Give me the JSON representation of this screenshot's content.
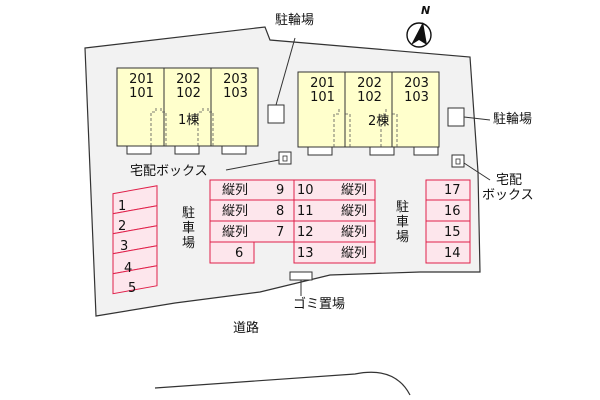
{
  "compass": {
    "north_label": "N"
  },
  "building1": {
    "name": "1棟",
    "units": [
      {
        "upper": "201",
        "lower": "101"
      },
      {
        "upper": "202",
        "lower": "102"
      },
      {
        "upper": "203",
        "lower": "103"
      }
    ]
  },
  "building2": {
    "name": "2棟",
    "units": [
      {
        "upper": "201",
        "lower": "101"
      },
      {
        "upper": "202",
        "lower": "102"
      },
      {
        "upper": "203",
        "lower": "103"
      }
    ]
  },
  "labels": {
    "bike_parking_top": "駐輪場",
    "bike_parking_right": "駐輪場",
    "delivery_box_left": "宅配ボックス",
    "delivery_box_right_1": "宅配",
    "delivery_box_right_2": "ボックス",
    "parking_center": "駐車場",
    "parking_right": "駐車場",
    "garbage": "ゴミ置場",
    "road": "道路"
  },
  "parking": {
    "left_column": [
      "1",
      "2",
      "3",
      "4",
      "5"
    ],
    "center_left": [
      {
        "prefix": "縦列",
        "num": "9"
      },
      {
        "prefix": "縦列",
        "num": "8"
      },
      {
        "prefix": "縦列",
        "num": "7"
      },
      {
        "prefix": "",
        "num": "6"
      }
    ],
    "center_right": [
      {
        "num": "10",
        "suffix": "縦列"
      },
      {
        "num": "11",
        "suffix": "縦列"
      },
      {
        "num": "12",
        "suffix": "縦列"
      },
      {
        "num": "13",
        "suffix": "縦列"
      }
    ],
    "right_column": [
      "17",
      "16",
      "15",
      "14"
    ]
  },
  "colors": {
    "lot": "#f2f2f2",
    "building": "#ffffcc",
    "parking_fill": "#fde6ec",
    "parking_stroke": "#e0204a",
    "outline": "#333333"
  }
}
